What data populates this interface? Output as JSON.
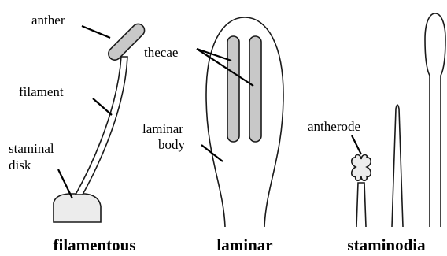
{
  "panels": {
    "filamentous": {
      "caption": "filamentous",
      "labels": {
        "anther": "anther",
        "filament": "filament",
        "staminal_disk_line1": "staminal",
        "staminal_disk_line2": "disk"
      }
    },
    "laminar": {
      "caption": "laminar",
      "labels": {
        "thecae": "thecae",
        "laminar_body_line1": "laminar",
        "laminar_body_line2": "body"
      }
    },
    "staminodia": {
      "caption": "staminodia",
      "labels": {
        "antherode": "antherode"
      }
    }
  },
  "colors": {
    "outline": "#1a1a1a",
    "organ_fill": "#ffffff",
    "pollen_sac_fill": "#c8c8c8",
    "disk_fill": "#ececec"
  }
}
